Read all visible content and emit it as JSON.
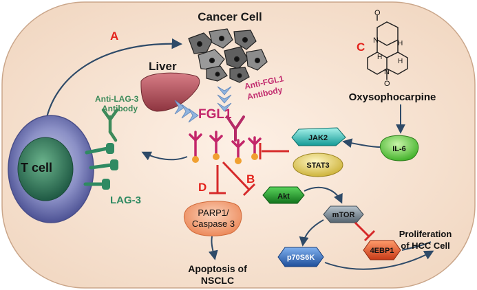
{
  "labels": {
    "cancer_cell": "Cancer Cell",
    "liver": "Liver",
    "fgl1": "FGL1",
    "anti_lag3_line1": "Anti-LAG-3",
    "anti_lag3_line2": "Antibody",
    "anti_fgl1_line1": "Anti-FGL1",
    "anti_fgl1_line2": "Antibody",
    "t_cell": "T cell",
    "lag3": "LAG-3",
    "oxysophocarpine": "Oxysophocarpine",
    "il6": "IL-6",
    "jak2": "JAK2",
    "stat3": "STAT3",
    "akt": "Akt",
    "mtor": "mTOR",
    "p70s6k": "p70S6K",
    "ebp1": "4EBP1",
    "parp_line1": "PARP1/",
    "parp_line2": "Caspase 3",
    "apoptosis_line1": "Apoptosis of",
    "apoptosis_line2": "NSCLC",
    "prolif_line1": "Proliferation",
    "prolif_line2": "of HCC Cell",
    "path_a": "A",
    "path_b": "B",
    "path_c": "C",
    "path_d": "D",
    "atom_o1": "O",
    "atom_n1": "N",
    "atom_h1": "H",
    "atom_h2": "H",
    "atom_h3": "H",
    "atom_n2": "N",
    "atom_o2": "O"
  },
  "colors": {
    "background": "#f7e4d4",
    "pathway_letter": "#e3221b",
    "inhibitor": "#d62a2a",
    "fgl1_text": "#c3266a",
    "antibody_green": "#3d8a5a",
    "anti_fgl1_text": "#c12a6d",
    "t_cell_purple": "#5a5f9e",
    "t_cell_nucleus": "#2f6c57",
    "liver": "#a44850",
    "akt": "#1c9a2c",
    "mtor": "#6b7b87",
    "p70s6k": "#2c66b8",
    "ebp1": "#e8542c",
    "parp": "#f2a57d",
    "il6": "#7ad65a",
    "jak2": "#2abfb8",
    "stat3": "#e8d46a",
    "arrow": "#2e4a68"
  }
}
